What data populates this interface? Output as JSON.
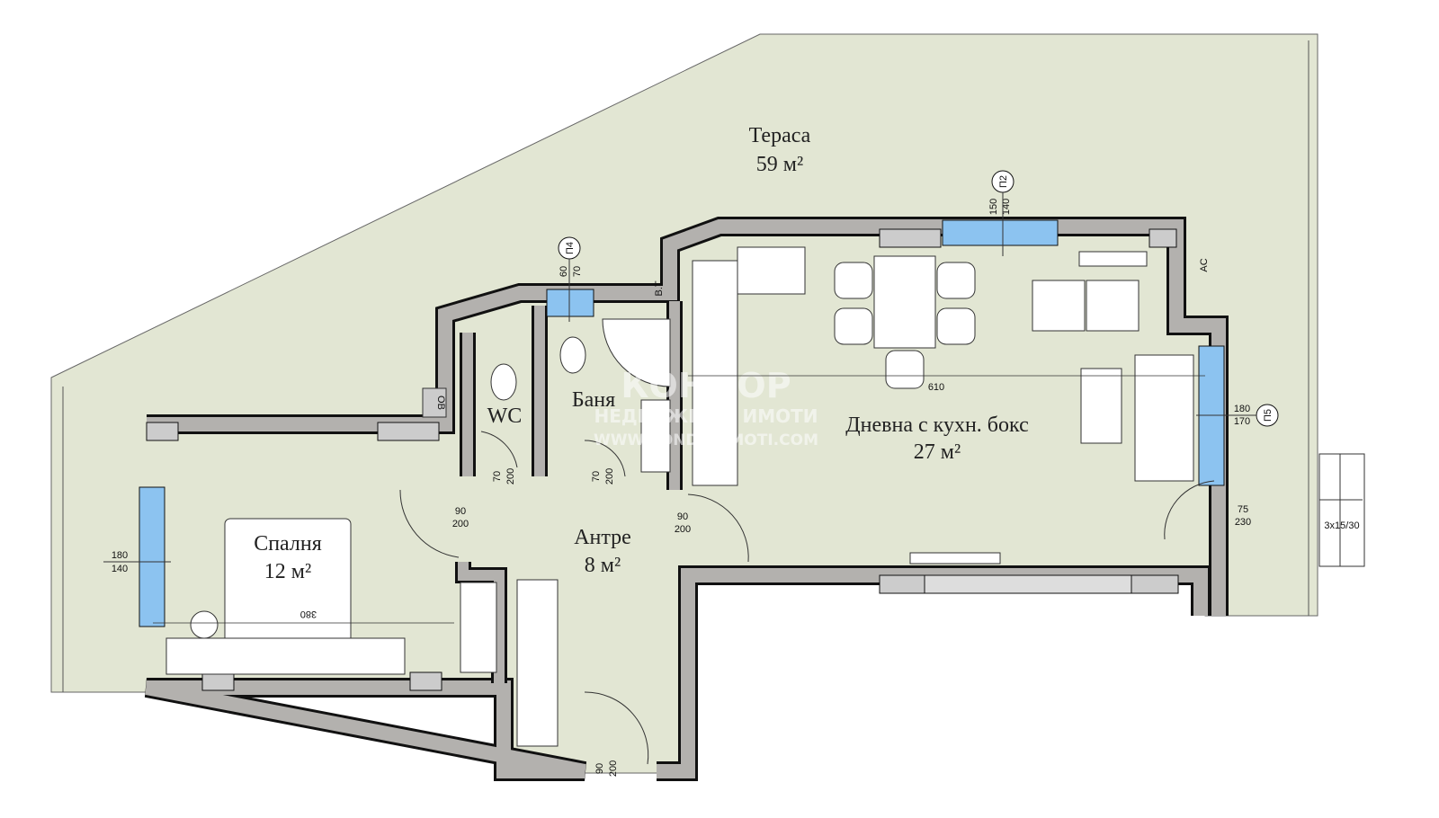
{
  "colors": {
    "floor": "#e2e6d3",
    "wall": "#b3b1ae",
    "window": "#8cc3f0",
    "outline": "#111111"
  },
  "rooms": {
    "terrace": {
      "name": "Тераса",
      "area": "59 м²"
    },
    "living": {
      "name": "Дневна с кухн. бокс",
      "area": "27 м²"
    },
    "bedroom": {
      "name": "Спалня",
      "area": "12 м²"
    },
    "hall": {
      "name": "Антре",
      "area": "8 м²"
    },
    "bath": {
      "name": "Баня"
    },
    "wc": {
      "name": "WC"
    }
  },
  "openings": {
    "p2": {
      "tag": "П2",
      "w": "150",
      "h": "140"
    },
    "p4": {
      "tag": "П4",
      "w": "60",
      "h": "70"
    },
    "p5": {
      "tag": "П5",
      "w": "180",
      "h": "170"
    },
    "bedroom_window": {
      "w": "180",
      "h": "140"
    },
    "wc_door": {
      "w": "70",
      "h": "200"
    },
    "bath_door": {
      "w": "70",
      "h": "200"
    },
    "bedroom_door": {
      "w": "90",
      "h": "200"
    },
    "living_door": {
      "w": "90",
      "h": "200"
    },
    "entrance_door": {
      "w": "90",
      "h": "200"
    },
    "terrace_door": {
      "w": "75",
      "h": "230"
    }
  },
  "dimensions": {
    "living_length": "610",
    "bedroom_length": "380"
  },
  "labels": {
    "vt": "В.Т.",
    "ac": "AC",
    "ov": "ОВ",
    "stairs": "3x15/30"
  },
  "watermark": {
    "logo": "КОНДОР",
    "line1": "НЕДВИЖИМИ ИМОТИ",
    "line2": "WWW.KONDORIMOTI.COM"
  }
}
